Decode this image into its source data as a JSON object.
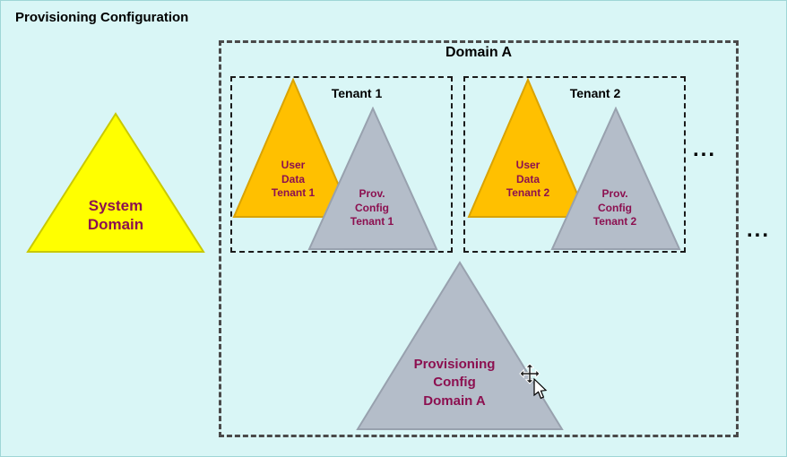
{
  "title": "Provisioning Configuration",
  "system_domain": {
    "label": "System\nDomain"
  },
  "domain_a": {
    "label": "Domain A",
    "ellipsis_inner": "...",
    "ellipsis_outer": "...",
    "prov_config_label": "Provisioning\nConfig\nDomain A"
  },
  "tenants": [
    {
      "label": "Tenant 1",
      "user_data_label": "User\nData\nTenant 1",
      "prov_config_label": "Prov.\nConfig\nTenant 1"
    },
    {
      "label": "Tenant 2",
      "user_data_label": "User\nData\nTenant 2",
      "prov_config_label": "Prov.\nConfig\nTenant 2"
    }
  ],
  "icons": {
    "cursor": "move-cursor-with-pointer"
  },
  "colors": {
    "background": "#d9f6f6",
    "system_domain_fill": "#ffff00",
    "user_data_fill": "#ffc000",
    "prov_config_fill": "#b4bdc9",
    "label_maroon": "#8c1050",
    "text_black": "#000000"
  }
}
